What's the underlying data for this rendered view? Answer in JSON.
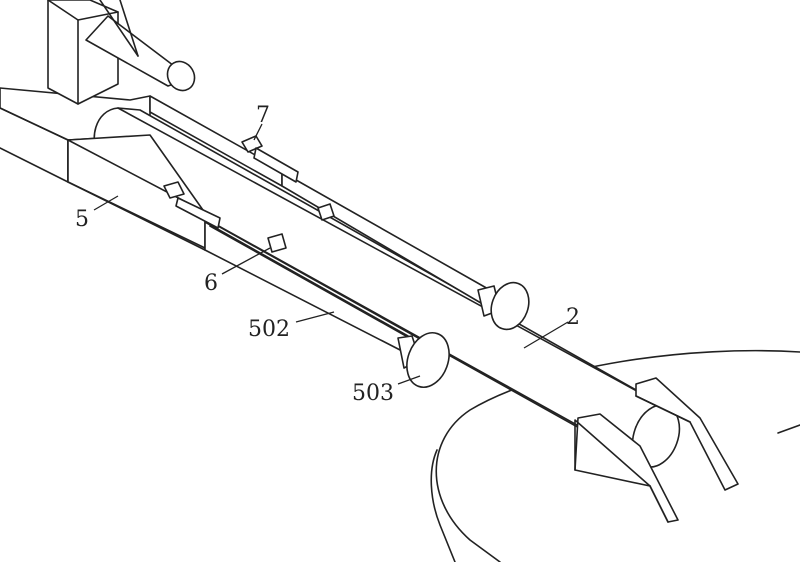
{
  "labels": {
    "ref_7": "7",
    "ref_5": "5",
    "ref_6": "6",
    "ref_502": "502",
    "ref_503": "503",
    "ref_2": "2"
  },
  "colors": {
    "line": "#222222",
    "background": "#ffffff"
  }
}
